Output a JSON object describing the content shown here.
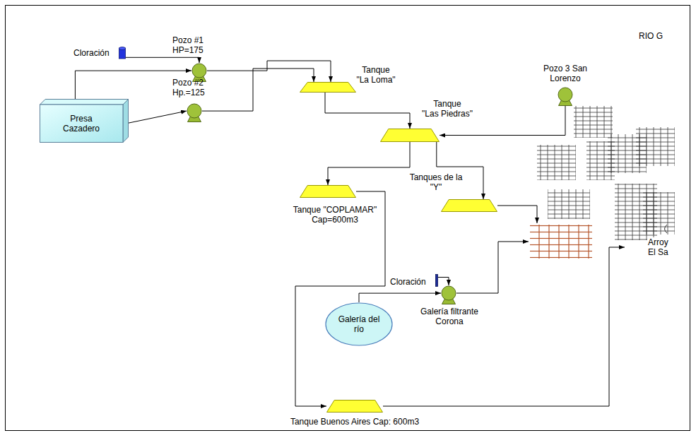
{
  "diagram": {
    "nodes": [
      {
        "text": [
          "Cloración"
        ]
      },
      {
        "text": [
          "Pozo #1 HP=175"
        ]
      },
      {
        "text": [
          "Presa Cazadero"
        ]
      },
      {
        "text": [
          "Pozo #2 Hp.=125"
        ]
      },
      {
        "text": [
          "Tanque \"La Loma\""
        ]
      },
      {
        "text": [
          "Pozo 3 San Lorenzo"
        ]
      },
      {
        "text": [
          "Tanque \"Las Piedras\""
        ]
      },
      {
        "text": [
          "Tanques de la \"Y\""
        ]
      },
      {
        "text": [
          "Tanque \"COPLAMAR\" Cap=600m3"
        ]
      },
      {
        "text": [
          "Cloración"
        ]
      },
      {
        "text": [
          "Galería del río"
        ]
      },
      {
        "text": [
          "Galería filtrante Corona"
        ]
      },
      {
        "text": [
          "Tanque Buenos Aires Cap: 600m3"
        ]
      }
    ],
    "edges": [
      {
        "from": 2,
        "to": 1,
        "arrow": "to"
      },
      {
        "from": 2,
        "to": 3,
        "arrow": "to"
      },
      {
        "from": 0,
        "to": 1,
        "arrow": "to"
      },
      {
        "from": 1,
        "to": 4,
        "arrow": "to"
      },
      {
        "from": 3,
        "to": 4,
        "arrow": "to"
      },
      {
        "from": 4,
        "to": 6,
        "arrow": "to"
      },
      {
        "from": 5,
        "to": 6,
        "arrow": "to"
      },
      {
        "from": 6,
        "to": 8,
        "arrow": "to"
      },
      {
        "from": 6,
        "to": 7,
        "arrow": "to"
      },
      {
        "from": 8,
        "to": 12,
        "arrow": "to"
      },
      {
        "from": 10,
        "to": 11,
        "arrow": "to"
      },
      {
        "from": 9,
        "to": 11,
        "arrow": "to"
      }
    ],
    "labels": [
      "RIO G",
      "Arroy El Sa"
    ]
  }
}
